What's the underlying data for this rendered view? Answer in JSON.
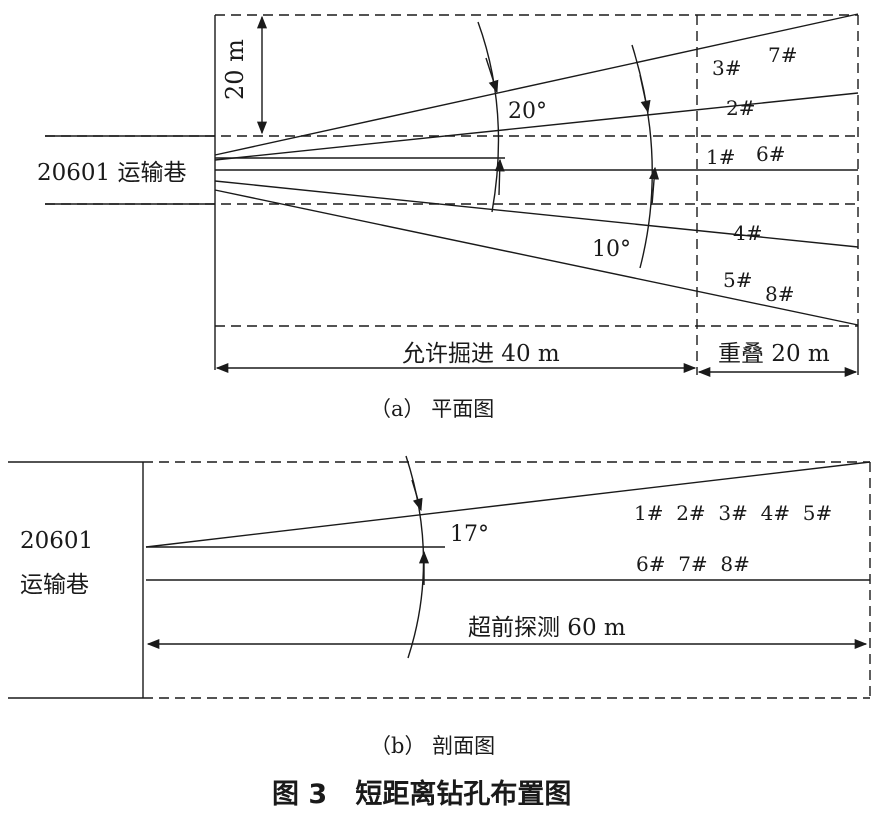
{
  "plan": {
    "dim_20m": "20 m",
    "roadway": "20601 运输巷",
    "angle_20": "20°",
    "angle_10": "10°",
    "holes": {
      "h1": "1#",
      "h2": "2#",
      "h3": "3#",
      "h4": "4#",
      "h5": "5#",
      "h6": "6#",
      "h7": "7#",
      "h8": "8#"
    },
    "allowed": "允许掘进 40 m",
    "overlap": "重叠 20 m",
    "caption": "（a）  平面图"
  },
  "section": {
    "roadway_l1": "20601",
    "roadway_l2": "运输巷",
    "angle_17": "17°",
    "holes_upper": "1#  2#  3#  4#  5#",
    "holes_lower": "6#  7#  8#",
    "advance": "超前探测 60 m",
    "caption": "（b）  剖面图"
  },
  "figure_title": "图 3   短距离钻孔布置图",
  "colors": {
    "line": "#1a1a1a",
    "background": "#ffffff"
  }
}
